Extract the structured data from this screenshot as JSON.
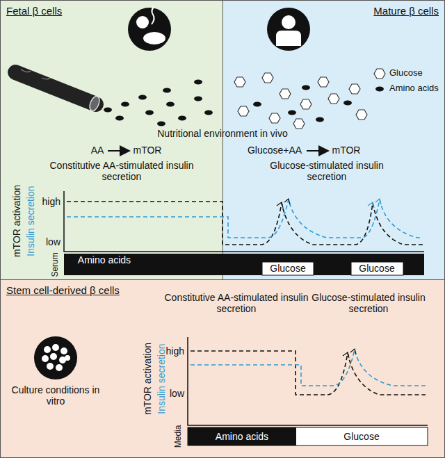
{
  "diagram": {
    "nodes": [
      {
        "text": [
          "Fetal β cells"
        ]
      },
      {
        "text": [
          "Mature β cells"
        ]
      },
      {
        "text": [
          "Stem cell-derived β cells"
        ]
      }
    ],
    "labels": [
      "Nutritional environment in vivo",
      "AA",
      "mTOR",
      "Glucose+AA",
      "mTOR",
      "Constitutive AA-stimulated insulin secretion",
      "Glucose-stimulated insulin secretion",
      "high",
      "low",
      "mTOR activation",
      "Insulin secretion",
      "Amino acids",
      "Glucose",
      "Glucose",
      "Serum",
      "Culture conditions in vitro",
      "Constitutive AA-stimulated insulin secretion",
      "Glucose-stimulated insulin secretion",
      "high",
      "low",
      "mTOR activation",
      "Insulin secretion",
      "Amino acids",
      "Glucose",
      "Media"
    ],
    "legend": [
      {
        "text": "Glucose"
      },
      {
        "text": "Amino acids"
      }
    ]
  }
}
